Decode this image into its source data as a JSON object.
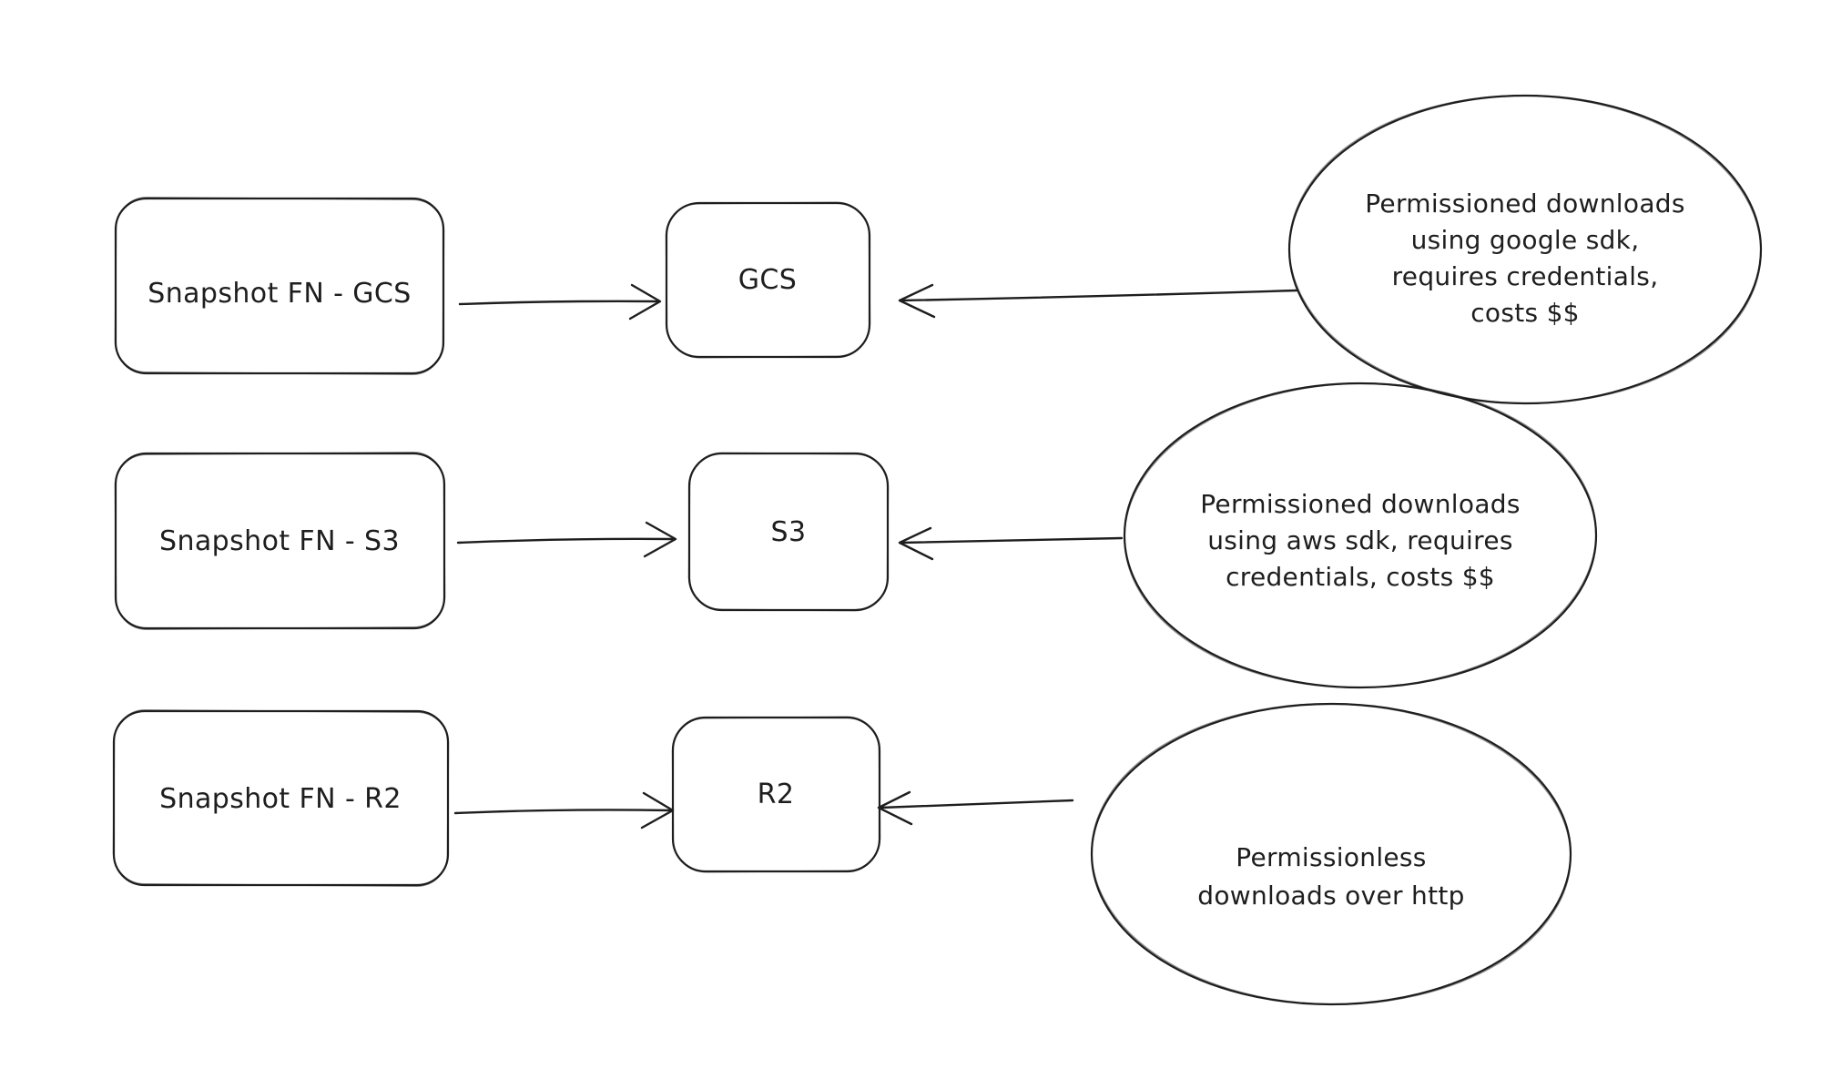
{
  "canvas": {
    "background_color": "#ffffff",
    "ink_color": "#1e1e1e"
  },
  "rows": [
    {
      "source": {
        "label": "Snapshot FN - GCS"
      },
      "target": {
        "label": "GCS"
      },
      "note": {
        "lines": [
          "Permissioned downloads",
          "using google sdk,",
          "requires credentials,",
          "costs $$"
        ]
      }
    },
    {
      "source": {
        "label": "Snapshot FN - S3"
      },
      "target": {
        "label": "S3"
      },
      "note": {
        "lines": [
          "Permissioned downloads",
          "using aws sdk, requires",
          "credentials, costs $$"
        ]
      }
    },
    {
      "source": {
        "label": "Snapshot FN - R2"
      },
      "target": {
        "label": "R2"
      },
      "note": {
        "lines": [
          "Permissionless",
          "downloads over http"
        ]
      }
    }
  ]
}
